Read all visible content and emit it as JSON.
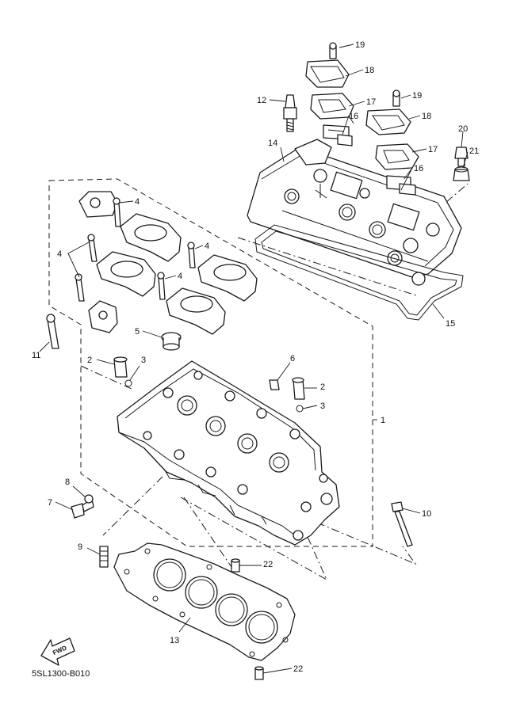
{
  "drawing_code": "5SL1300-B010",
  "fwd_label": "FWD",
  "callouts": [
    {
      "id": "c19a",
      "text": "19"
    },
    {
      "id": "c18a",
      "text": "18"
    },
    {
      "id": "c12",
      "text": "12"
    },
    {
      "id": "c17a",
      "text": "17"
    },
    {
      "id": "c19b",
      "text": "19"
    },
    {
      "id": "c16a",
      "text": "16"
    },
    {
      "id": "c18b",
      "text": "18"
    },
    {
      "id": "c20",
      "text": "20"
    },
    {
      "id": "c14",
      "text": "14"
    },
    {
      "id": "c17b",
      "text": "17"
    },
    {
      "id": "c21",
      "text": "21"
    },
    {
      "id": "c16b",
      "text": "16"
    },
    {
      "id": "c4a",
      "text": "4"
    },
    {
      "id": "c4b",
      "text": "4"
    },
    {
      "id": "c4c",
      "text": "4"
    },
    {
      "id": "c4d",
      "text": "4"
    },
    {
      "id": "c15",
      "text": "15"
    },
    {
      "id": "c5",
      "text": "5"
    },
    {
      "id": "c11",
      "text": "11"
    },
    {
      "id": "c2a",
      "text": "2"
    },
    {
      "id": "c3a",
      "text": "3"
    },
    {
      "id": "c6",
      "text": "6"
    },
    {
      "id": "c2b",
      "text": "2"
    },
    {
      "id": "c3b",
      "text": "3"
    },
    {
      "id": "c1",
      "text": "1"
    },
    {
      "id": "c8",
      "text": "8"
    },
    {
      "id": "c7",
      "text": "7"
    },
    {
      "id": "c10",
      "text": "10"
    },
    {
      "id": "c9",
      "text": "9"
    },
    {
      "id": "c22a",
      "text": "22"
    },
    {
      "id": "c13",
      "text": "13"
    },
    {
      "id": "c22b",
      "text": "22"
    }
  ]
}
